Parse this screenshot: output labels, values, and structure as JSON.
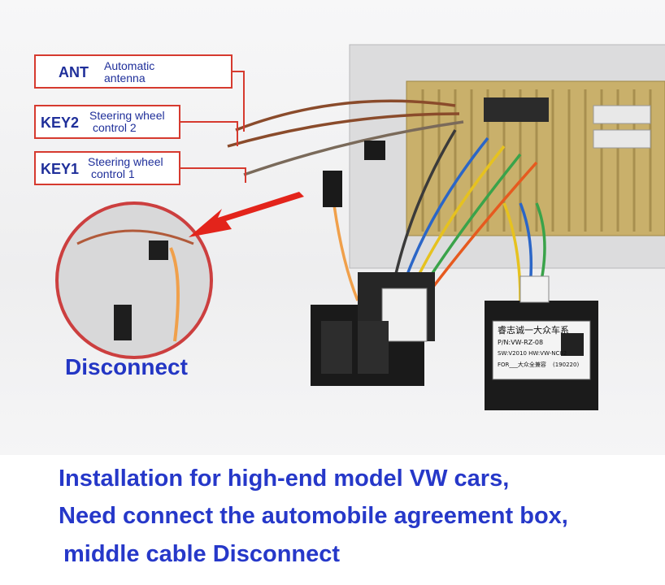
{
  "callouts": [
    {
      "code": "ANT",
      "line1": "Automatic",
      "line2": "antenna"
    },
    {
      "code": "KEY2",
      "line1": "Steering wheel",
      "line2": "control 2"
    },
    {
      "code": "KEY1",
      "line1": "Steering wheel",
      "line2": "control 1"
    }
  ],
  "disconnect_label": "Disconnect",
  "caption": {
    "line1": "Installation for high-end model VW cars,",
    "line2": "Need connect the  automobile agreement box,",
    "line3": "middle cable Disconnect"
  },
  "adapter_box": {
    "title": "睿志诚一大众车系",
    "part_no": "P/N:VW-RZ-08",
    "sw_hw": "SW:V2010 HW:VW-NC02",
    "for_line": "FOR___大众全兼容",
    "date": "(190220)"
  },
  "colors": {
    "callout_border": "#d63a2f",
    "callout_text": "#1f2f9a",
    "caption_text": "#2638c9",
    "arrow": "#e3241b"
  }
}
